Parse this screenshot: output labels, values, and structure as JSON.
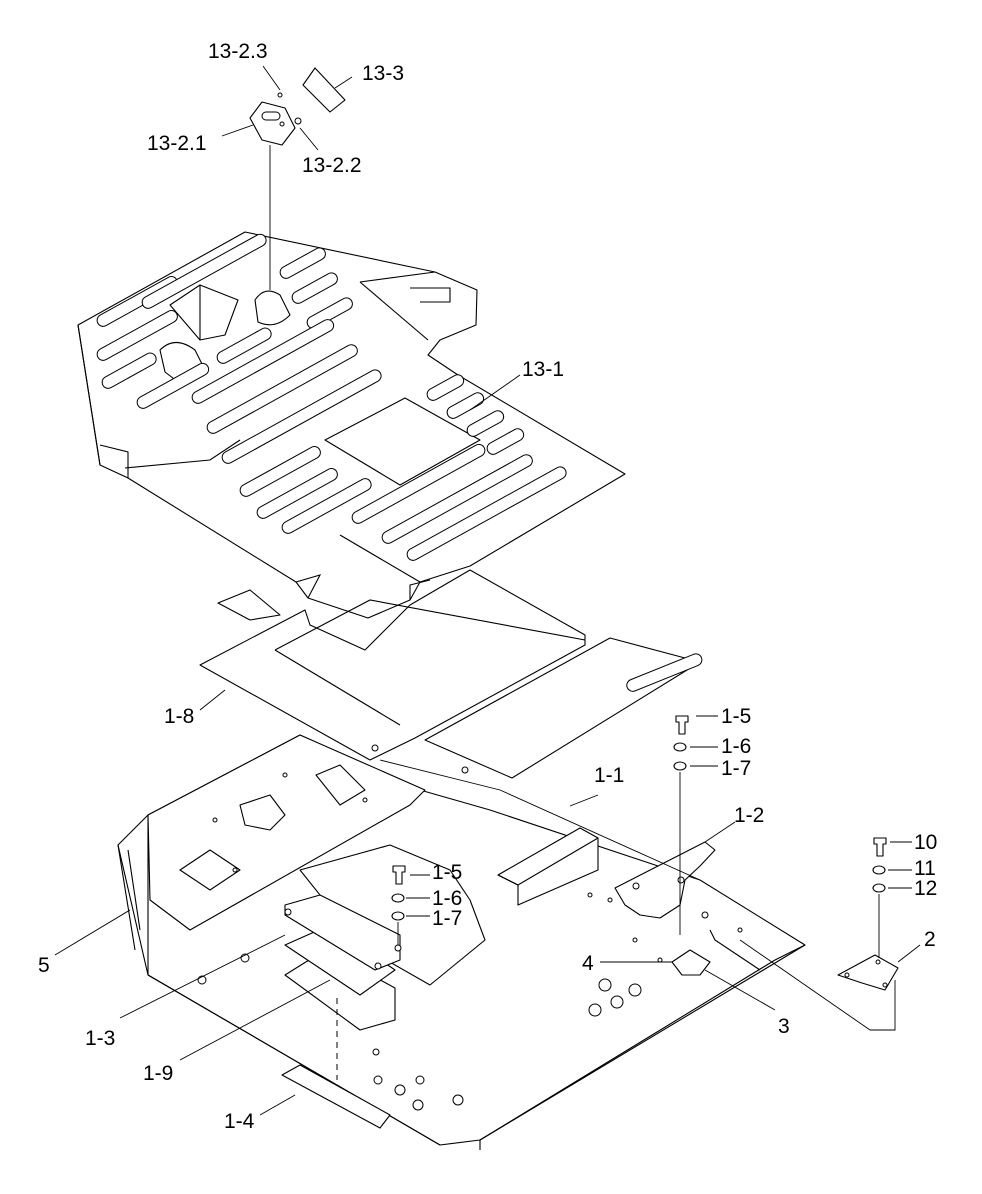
{
  "labels": {
    "l_13_2_3": "13-2.3",
    "l_13_3": "13-3",
    "l_13_2_1": "13-2.1",
    "l_13_2_2": "13-2.2",
    "l_13_1": "13-1",
    "l_1_8": "1-8",
    "l_1_5a": "1-5",
    "l_1_6a": "1-6",
    "l_1_7a": "1-7",
    "l_1_1": "1-1",
    "l_1_2": "1-2",
    "l_10": "10",
    "l_11": "11",
    "l_12": "12",
    "l_1_5b": "1-5",
    "l_1_6b": "1-6",
    "l_1_7b": "1-7",
    "l_2": "2",
    "l_4": "4",
    "l_5": "5",
    "l_3": "3",
    "l_1_3": "1-3",
    "l_1_9": "1-9",
    "l_1_4": "1-4"
  }
}
